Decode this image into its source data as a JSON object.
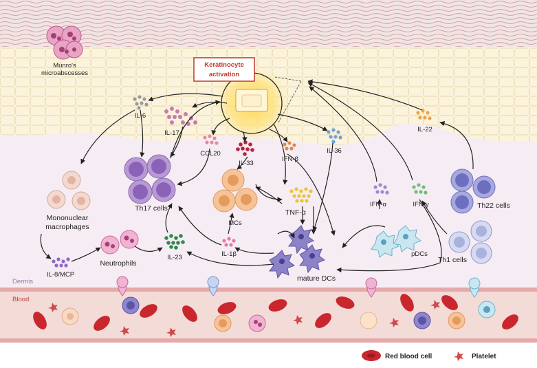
{
  "labels": {
    "munro": [
      "Munro's",
      "microabscesses"
    ],
    "keratinocyte": [
      "Keratinocyte",
      "activation"
    ],
    "il6": "IL-6",
    "il17": "IL-17",
    "ccl20": "CCL20",
    "il33": "IL-33",
    "ifnb": "IFN-β",
    "il36": "IL-36",
    "il22": "IL-22",
    "th17": "Th17 cells",
    "mcs": "MCs",
    "tnfa": "TNF-α",
    "ifna": "IFN-α",
    "ifng": "IFN-γ",
    "th22": "Th22 cells",
    "macrophages": [
      "Mononuclear",
      "macrophages"
    ],
    "il8": "IL-8/MCP",
    "neutrophils": "Neutrophils",
    "il23": "IL-23",
    "il1b": "IL-1β",
    "pdcs": "pDCs",
    "matureDCs": "mature DCs",
    "th1": "Th1 cells",
    "dermis": "Dermis",
    "blood": "Blood"
  },
  "legend": {
    "rbc": "Red blood cell",
    "platelet": "Platelet"
  },
  "colors": {
    "keratinocyte_box": "#c0392b",
    "dermis_bg": "#f6ecf3",
    "blood_bg": "#f3dbd8",
    "rbc": "#c9272d",
    "th17_cell": "#a98ac6",
    "mast_cell": "#f2b98a",
    "dc": "#7c6fb5",
    "th22_cell": "#7d7fc6",
    "th1_cell": "#b5bde3"
  }
}
